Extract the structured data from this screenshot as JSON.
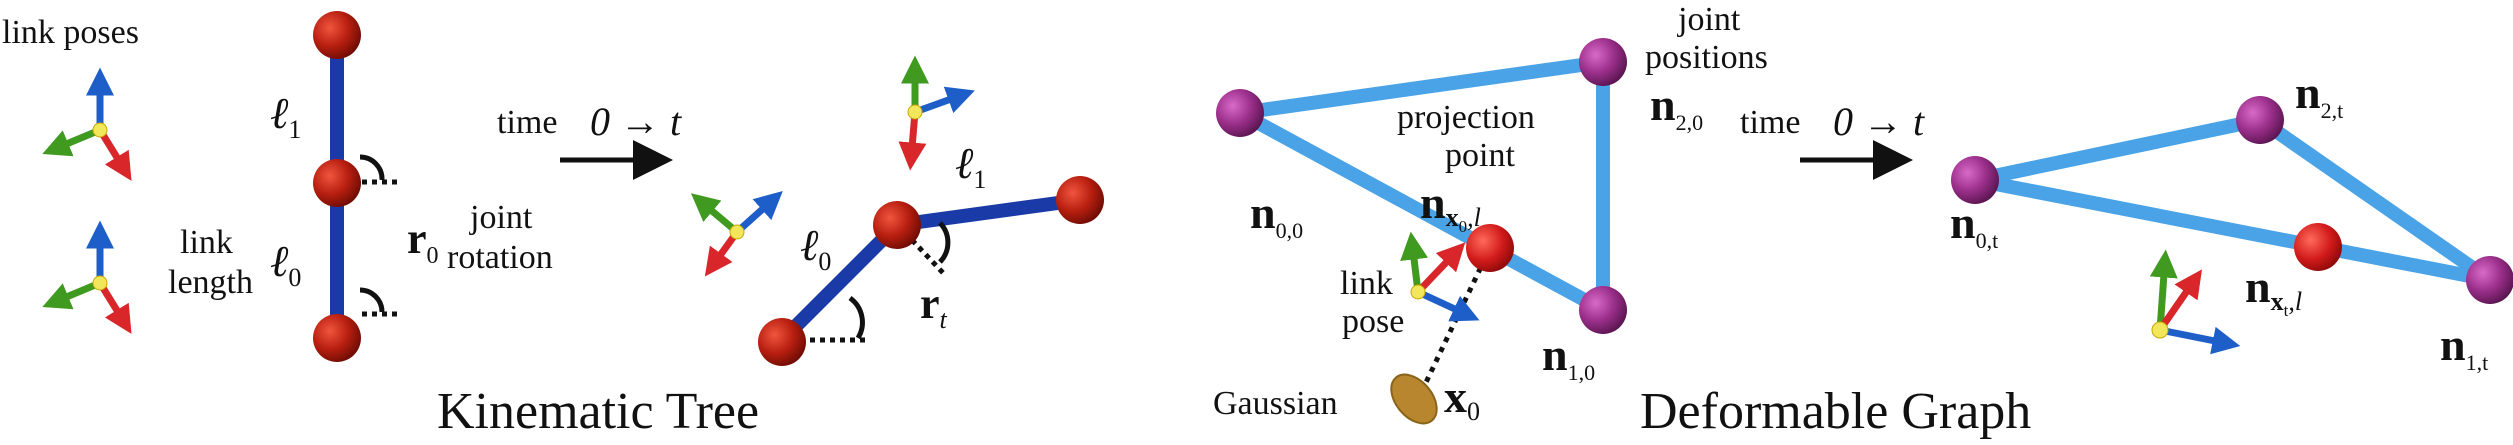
{
  "left_panel": {
    "title": "Kinematic Tree",
    "link_poses_label": "link poses",
    "link_length_label_1": "link",
    "link_length_label_2": "length",
    "joint_rotation_label_1": "joint",
    "joint_rotation_label_2": "rotation",
    "time_label": "time",
    "time_expr": "0 → t",
    "l1": "ℓ",
    "l1_sub": "1",
    "l0": "ℓ",
    "l0_sub": "0",
    "r0": "r",
    "r0_sub": "0",
    "rt": "r",
    "rt_sub": "t"
  },
  "right_panel": {
    "title": "Deformable Graph",
    "joint_positions_label_1": "joint",
    "joint_positions_label_2": "positions",
    "projection_point_label_1": "projection",
    "projection_point_label_2": "point",
    "link_pose_label_1": "link",
    "link_pose_label_2": "pose",
    "gaussian_label": "Gaussian",
    "time_label": "time",
    "time_expr": "0 → t",
    "n00": "n",
    "n00_sub": "0,0",
    "n10": "n",
    "n10_sub": "1,0",
    "n20": "n",
    "n20_sub": "2,0",
    "nx0": "n",
    "nx0_sub": "x",
    "nx0_subsub": "0",
    "nx0_tail": ",l",
    "x0": "x",
    "x0_sub": "0",
    "n0t": "n",
    "n0t_sub": "0,t",
    "n1t": "n",
    "n1t_sub": "1,t",
    "n2t": "n",
    "n2t_sub": "2,t",
    "nxt": "n",
    "nxt_sub": "x",
    "nxt_subsub": "t",
    "nxt_tail": ",l"
  },
  "colors": {
    "bone": "#1a3aa8",
    "joint_red": "#b81f10",
    "graph_edge": "#4aa3e6",
    "node_purple": "#9a2f8a",
    "proj_red": "#d11a1a",
    "axis_red": "#d8262a",
    "axis_green": "#3f9a1f",
    "axis_blue": "#1d5ec9",
    "axis_center": "#f2e65a",
    "gaussian": "#b7862f"
  }
}
